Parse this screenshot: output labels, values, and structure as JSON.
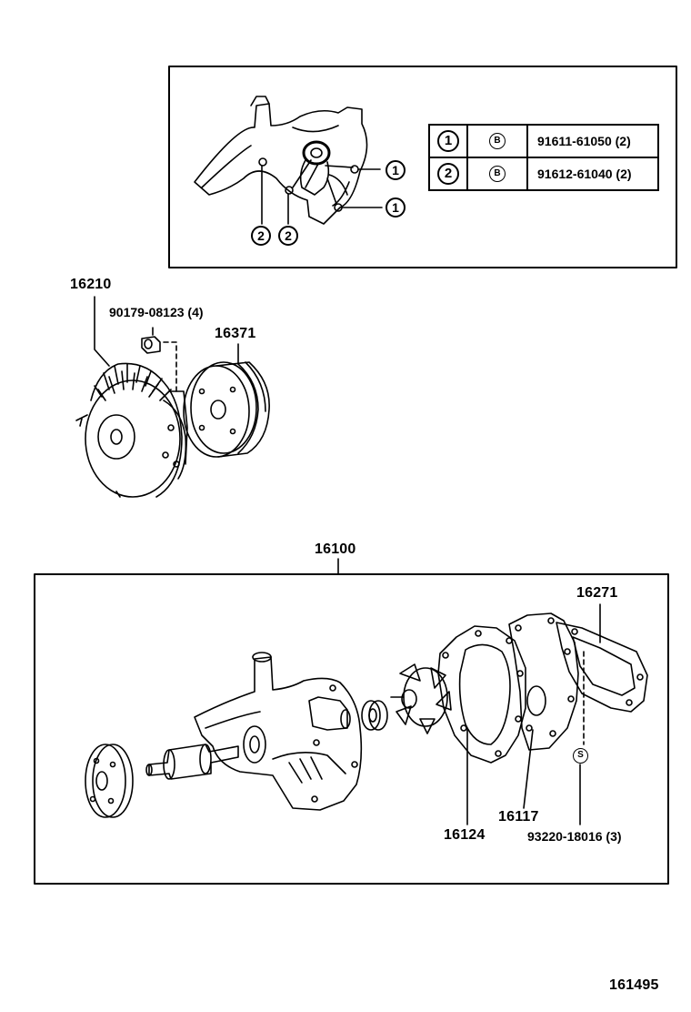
{
  "figure_id": "161495",
  "bolt_table": {
    "rows": [
      {
        "index": "1",
        "type": "B",
        "part": "91611-61050 (2)"
      },
      {
        "index": "2",
        "type": "B",
        "part": "91612-61040 (2)"
      }
    ]
  },
  "callouts": {
    "top_1a": "1",
    "top_1b": "1",
    "top_2a": "2",
    "top_2b": "2",
    "p16210": "16210",
    "p90179": "90179-08123 (4)",
    "p16371": "16371",
    "p16100": "16100",
    "p16271": "16271",
    "p16117": "16117",
    "p16124": "16124",
    "p93220": "93220-18016 (3)",
    "s_mark": "S"
  }
}
